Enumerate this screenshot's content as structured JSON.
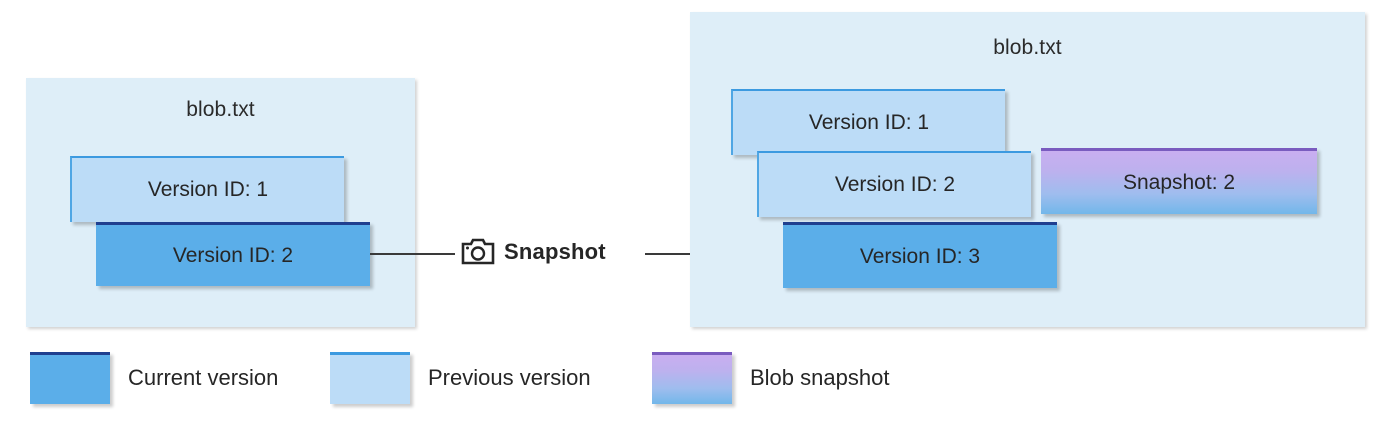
{
  "diagram": {
    "title_before": "blob.txt",
    "title_after": "blob.txt",
    "before_panel": {
      "label": "blob.txt",
      "boxes": [
        {
          "label": "Version ID: 1",
          "kind": "previous"
        },
        {
          "label": "Version ID: 2",
          "kind": "current"
        }
      ]
    },
    "after_panel": {
      "label": "blob.txt",
      "boxes": [
        {
          "label": "Version ID: 1",
          "kind": "previous"
        },
        {
          "label": "Version ID: 2",
          "kind": "previous"
        },
        {
          "label": "Version ID: 3",
          "kind": "current"
        },
        {
          "label": "Snapshot: 2",
          "kind": "snapshot"
        }
      ]
    },
    "connector": {
      "label": "Snapshot",
      "icon": "camera-icon"
    }
  },
  "legend": {
    "items": [
      {
        "label": "Current version",
        "kind": "current",
        "color": "#5baee9"
      },
      {
        "label": "Previous version",
        "kind": "previous",
        "color": "#bcdcf7"
      },
      {
        "label": "Blob snapshot",
        "kind": "snapshot",
        "color": "#c9aef0"
      }
    ]
  },
  "colors": {
    "container_bg": "#deeef8",
    "current_version": "#5baee9",
    "previous_version": "#bcdcf7",
    "snapshot_top": "#c9aef0",
    "snapshot_bottom": "#72b7ea",
    "line": "#3a3a3a",
    "text": "#262626",
    "page_bg": "#ffffff"
  }
}
